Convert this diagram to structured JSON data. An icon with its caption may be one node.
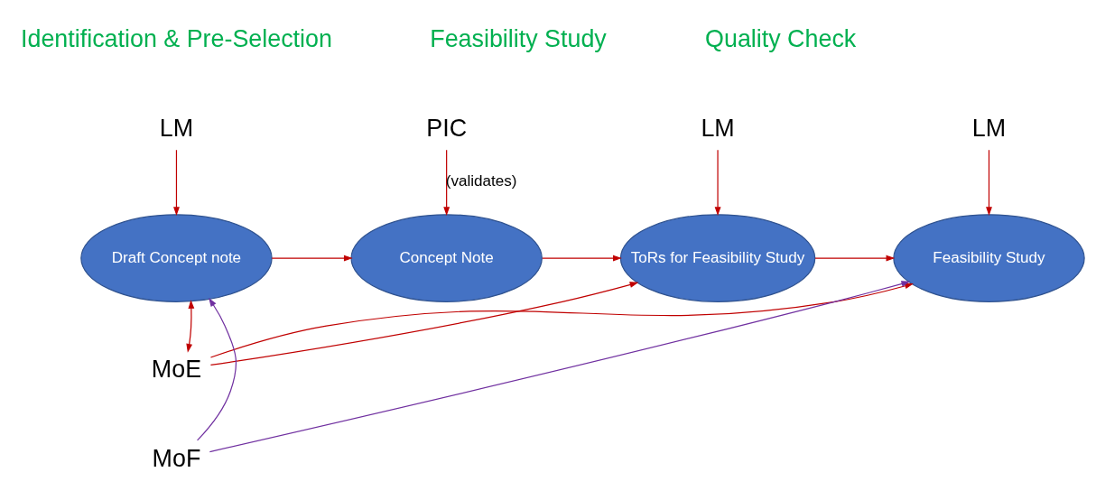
{
  "diagram": {
    "nodes": [
      {
        "text": [
          "LM"
        ]
      },
      {
        "text": [
          "PIC"
        ]
      },
      {
        "text": [
          "LM"
        ]
      },
      {
        "text": [
          "LM"
        ]
      },
      {
        "text": [
          "Draft Concept note"
        ]
      },
      {
        "text": [
          "Concept Note"
        ]
      },
      {
        "text": [
          "ToRs for Feasibility Study"
        ]
      },
      {
        "text": [
          "Feasibility Study"
        ]
      },
      {
        "text": [
          "MoE"
        ]
      },
      {
        "text": [
          "MoF"
        ]
      }
    ],
    "edges": [
      {
        "from": 0,
        "to": 4,
        "arrow": "to"
      },
      {
        "from": 1,
        "to": 5,
        "arrow": "to",
        "label": "(validates)"
      },
      {
        "from": 2,
        "to": 6,
        "arrow": "to"
      },
      {
        "from": 3,
        "to": 7,
        "arrow": "to"
      },
      {
        "from": 4,
        "to": 5,
        "arrow": "to"
      },
      {
        "from": 5,
        "to": 6,
        "arrow": "to"
      },
      {
        "from": 6,
        "to": 7,
        "arrow": "to"
      },
      {
        "from": 8,
        "to": 4,
        "arrow": "both"
      },
      {
        "from": 8,
        "to": 6,
        "arrow": "to"
      },
      {
        "from": 8,
        "to": 7,
        "arrow": "to"
      },
      {
        "from": 9,
        "to": 4,
        "arrow": "to",
        "color": "#7030a0"
      },
      {
        "from": 9,
        "to": 7,
        "arrow": "to",
        "color": "#7030a0"
      }
    ],
    "labels": [
      "Identification & Pre-Selection",
      "Feasibility Study",
      "Quality Check"
    ]
  }
}
